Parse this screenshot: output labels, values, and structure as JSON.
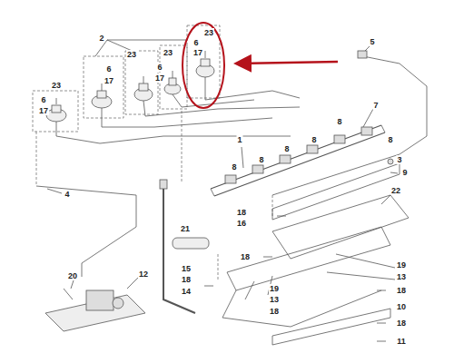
{
  "diagram": {
    "labels": [
      "2",
      "23",
      "6",
      "17",
      "23",
      "6",
      "17",
      "23",
      "6",
      "17",
      "23",
      "6",
      "17",
      "5",
      "7",
      "8",
      "8",
      "8",
      "8",
      "8",
      "8",
      "1",
      "3",
      "9",
      "22",
      "4",
      "18",
      "16",
      "21",
      "18",
      "15",
      "18",
      "14",
      "19",
      "13",
      "18",
      "19",
      "13",
      "18",
      "10",
      "18",
      "11",
      "20",
      "12"
    ]
  }
}
